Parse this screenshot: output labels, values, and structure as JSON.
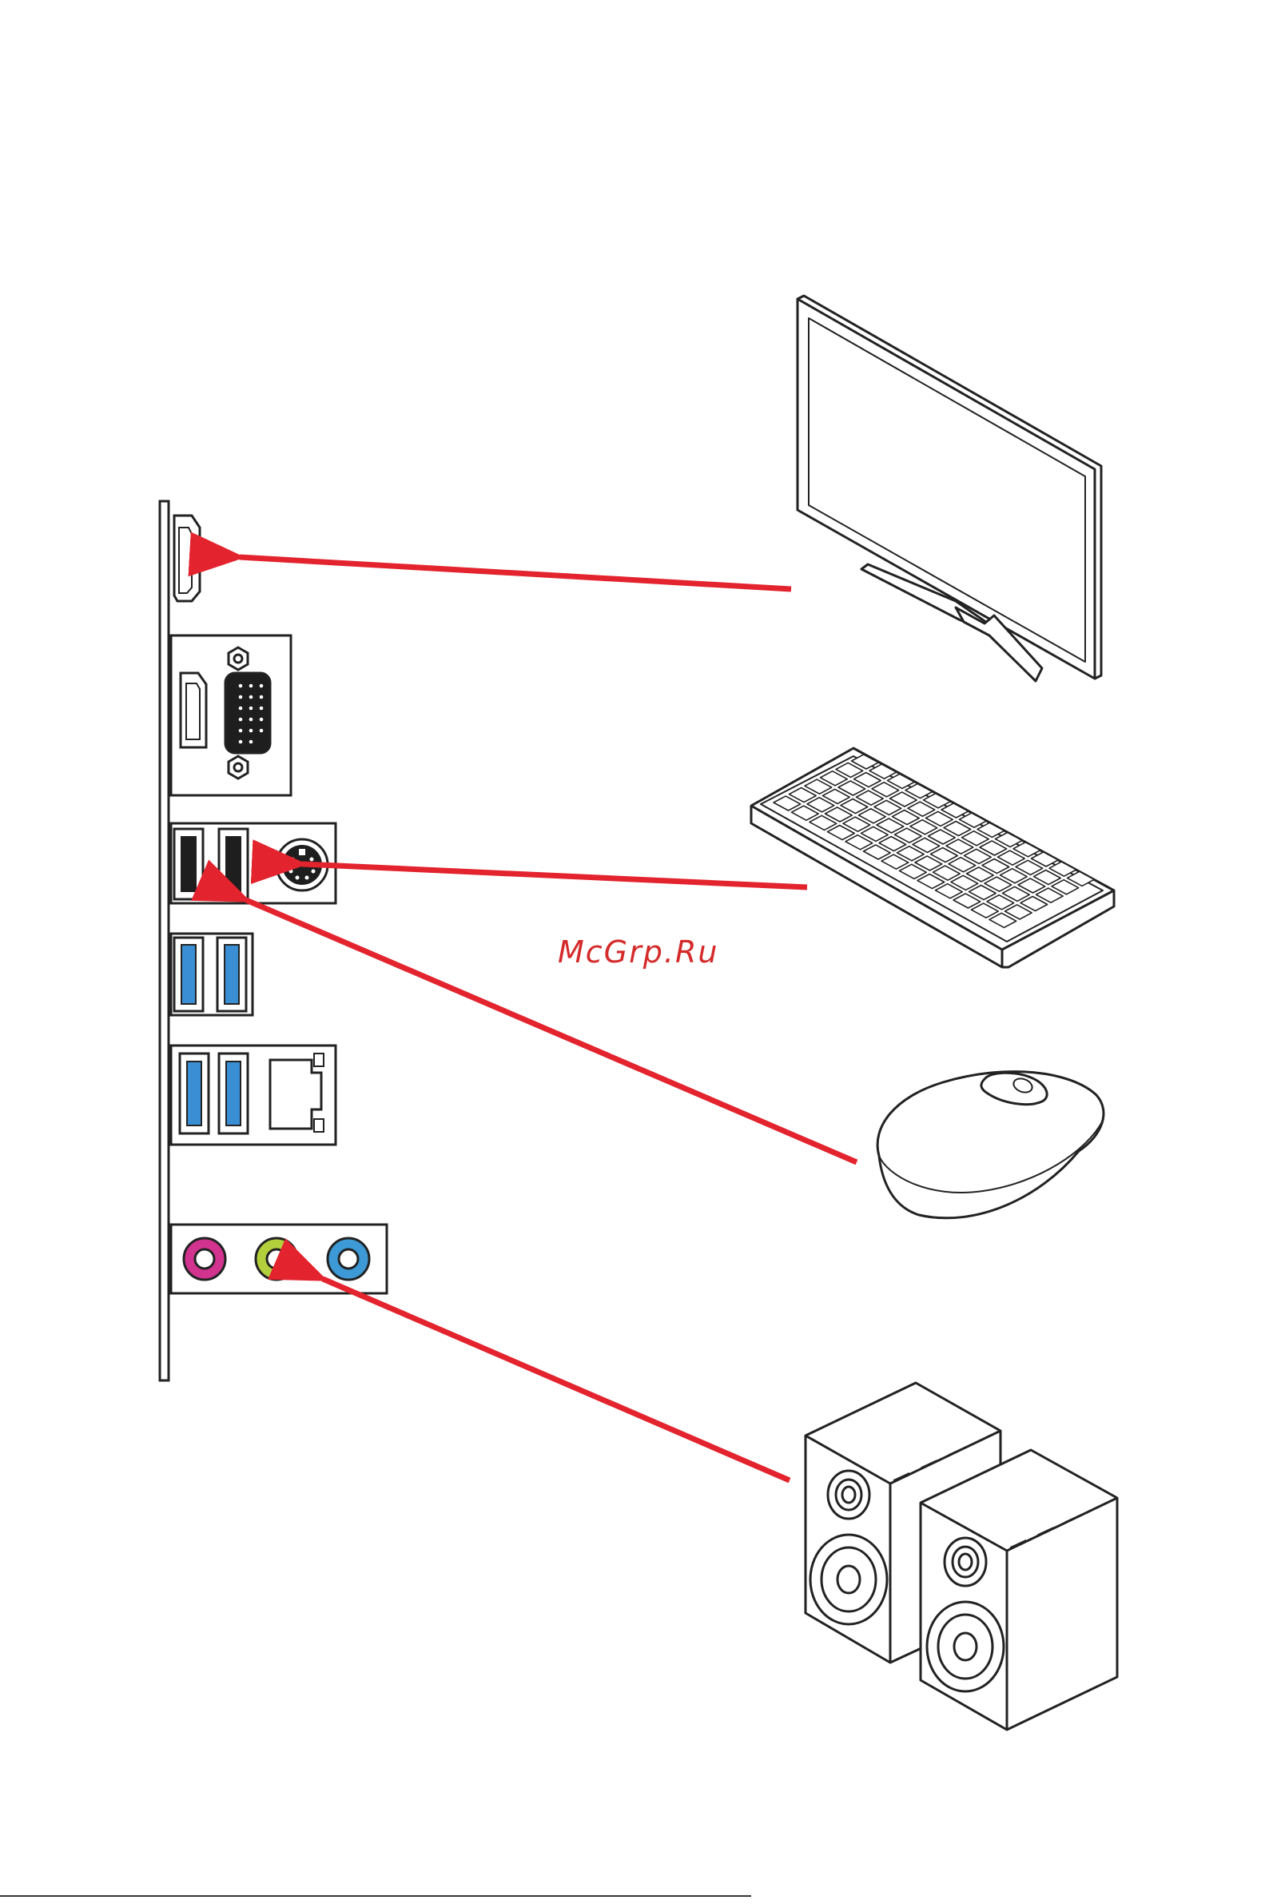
{
  "watermark": {
    "text": "McGrp.Ru",
    "color": "#d42a2a"
  },
  "colors": {
    "arrow": "#e3232d",
    "usb3": "#3a8fd4",
    "audio_line_out": "#b3cf3c",
    "audio_mic": "#d1338f",
    "audio_line_in": "#3d9ad6",
    "outline": "#222222"
  },
  "diagram": {
    "io_panel": {
      "ports": [
        "hdmi-port",
        "displayport-port",
        "vga-port",
        "usb2-port",
        "usb2-port",
        "ps2-port",
        "usb3-port",
        "usb3-port",
        "usb3-port",
        "usb3-port",
        "lan-port",
        "audio-mic-port",
        "audio-line-out-port",
        "audio-line-in-port"
      ]
    },
    "devices": [
      "monitor-icon",
      "keyboard-icon",
      "mouse-icon",
      "speakers-icon"
    ],
    "connections": [
      {
        "from": "monitor-icon",
        "to": "hdmi-port"
      },
      {
        "from": "keyboard-icon",
        "to": "usb2-port"
      },
      {
        "from": "mouse-icon",
        "to": "usb2-port"
      },
      {
        "from": "speakers-icon",
        "to": "audio-line-out-port"
      }
    ]
  }
}
